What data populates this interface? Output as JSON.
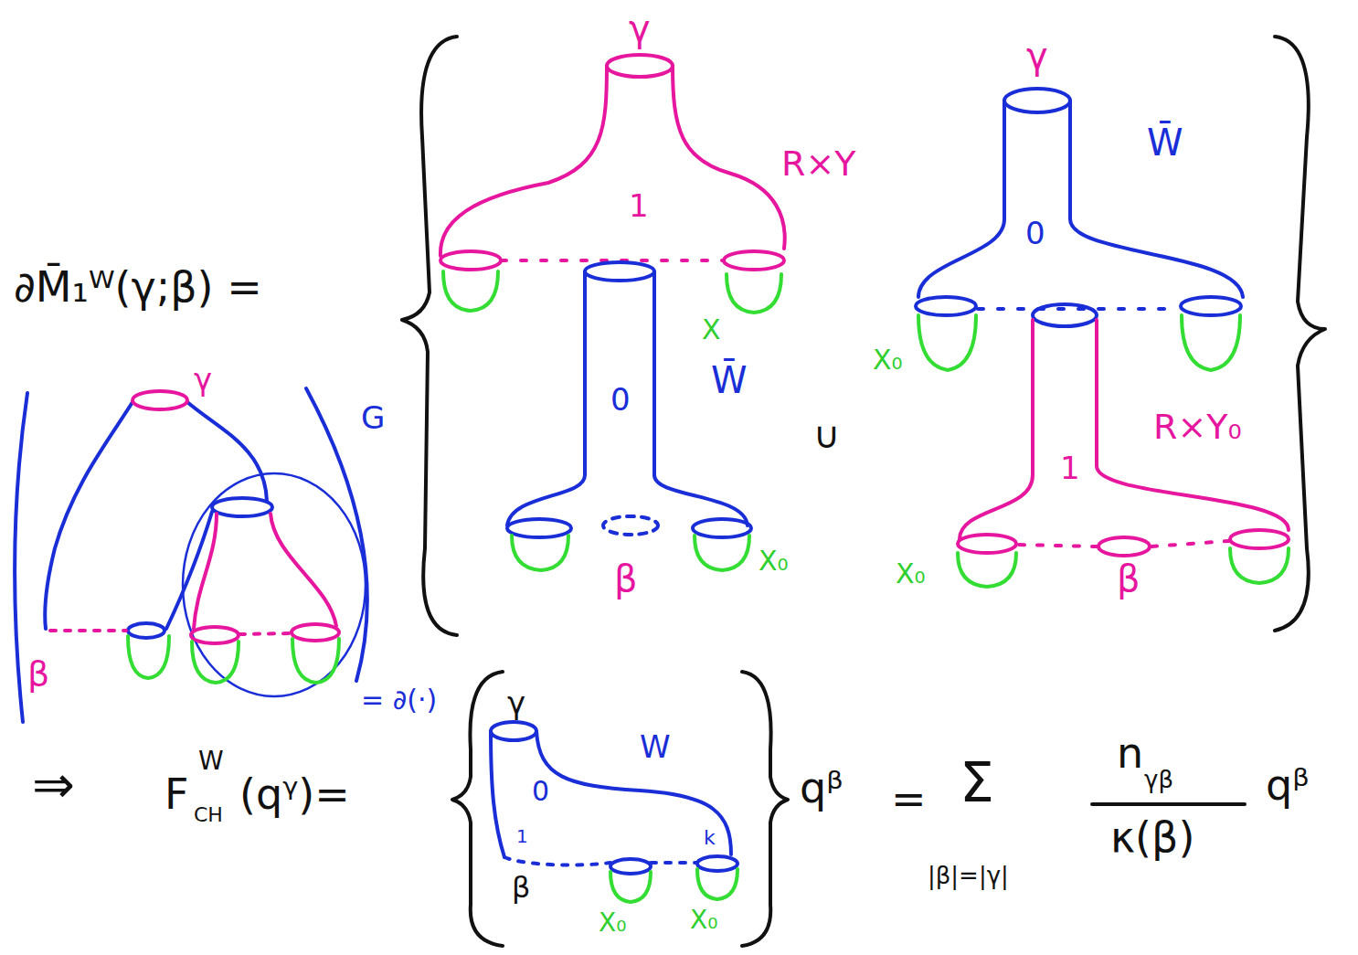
{
  "diagram": {
    "labels": [
      "∂M̄₁ᵂ(γ;β) =",
      "γ",
      "R×Y",
      "1",
      "X",
      "0",
      "W̄",
      "β",
      "X₀",
      "∪",
      "γ",
      "W̄",
      "0",
      "X₀",
      "R×Y₀",
      "1",
      "X₀",
      "β",
      "γ",
      "G",
      "β",
      "= ∂(·)",
      "⇒",
      "F",
      "W",
      "CH",
      "(qᵞ)=",
      "γ",
      "W",
      "0",
      "1",
      "k",
      "β",
      "X₀",
      "X₀",
      "qᵝ",
      "=",
      "Σ",
      "|β|=|γ|",
      "n",
      "γβ",
      "κ(β)",
      "qᵝ"
    ]
  }
}
